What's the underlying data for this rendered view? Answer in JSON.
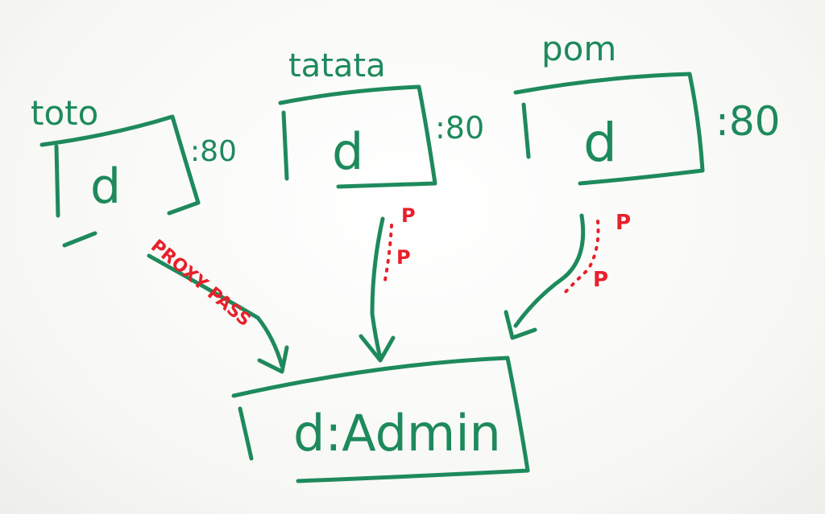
{
  "containers": [
    {
      "name": "toto",
      "label": "toto",
      "inner": "d",
      "port": ":80"
    },
    {
      "name": "tatata",
      "label": "tatata",
      "inner": "d",
      "port": ":80"
    },
    {
      "name": "pom",
      "label": "pom",
      "inner": "d",
      "port": ":80"
    }
  ],
  "admin": {
    "label": "d:Admin"
  },
  "arrows": {
    "proxy_label": "PROXY PASS",
    "p_mark": "P"
  },
  "colors": {
    "ink_green": "#1e8a5c",
    "ink_red": "#e8202a",
    "board": "#fbfbf9"
  }
}
